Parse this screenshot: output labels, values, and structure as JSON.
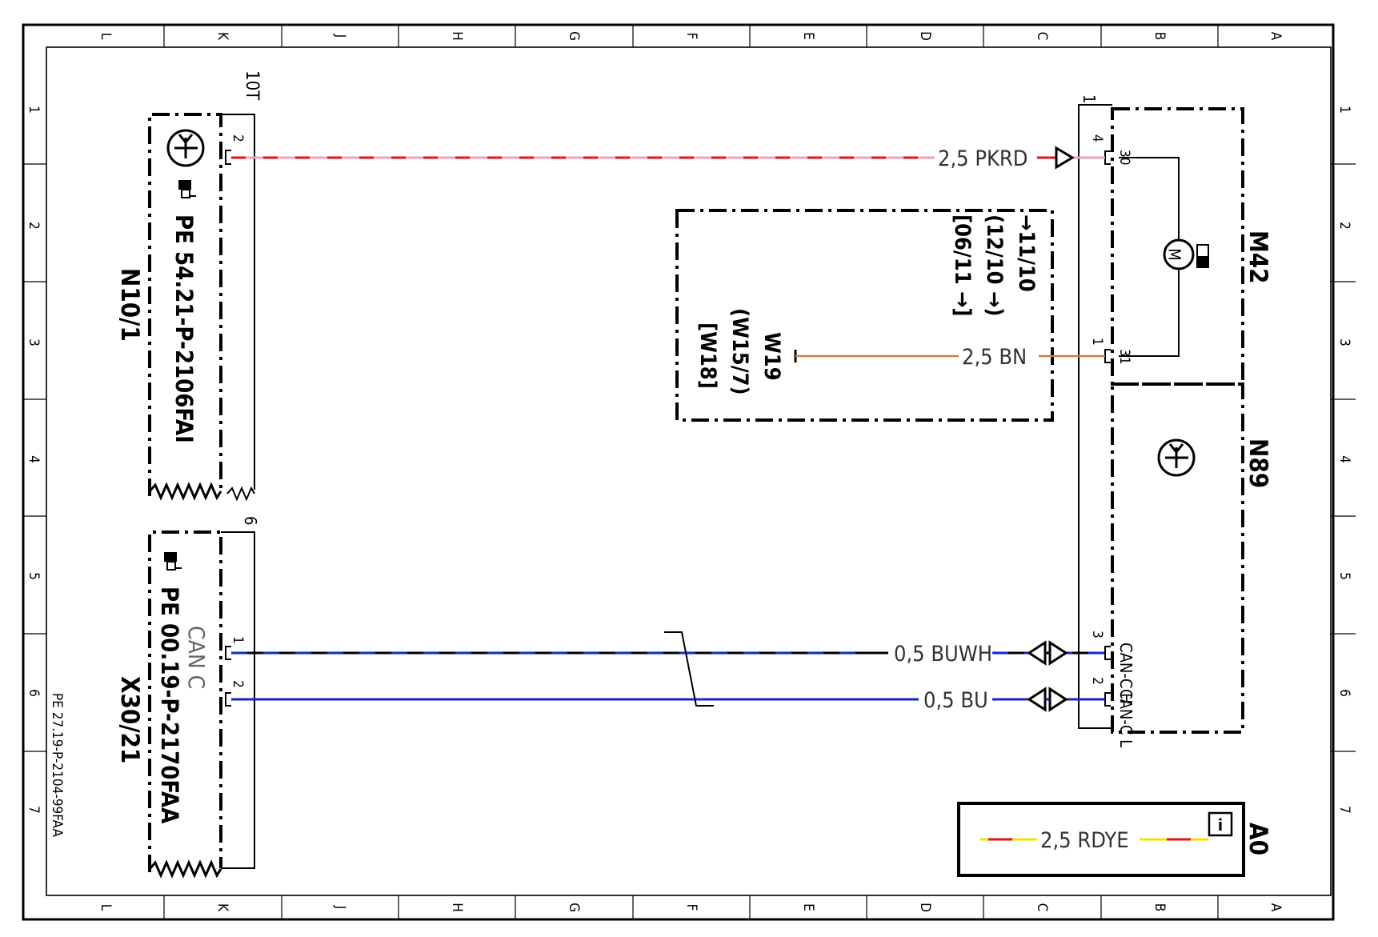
{
  "frame": {
    "columns": [
      "L",
      "K",
      "J",
      "H",
      "G",
      "F",
      "E",
      "D",
      "C",
      "B",
      "A"
    ],
    "rows": [
      "1",
      "2",
      "3",
      "4",
      "5",
      "6",
      "7"
    ]
  },
  "doc_id": "PE 27.19-P-2104-99FAA",
  "components": {
    "n10_1": {
      "name": "N10/1",
      "ref": "PE 54.21-P-2106FAI",
      "connector": "10T",
      "pin": "2"
    },
    "x30_21": {
      "name": "X30/21",
      "ref": "PE 00.19-P-2170FAA",
      "bus": "CAN C",
      "connector": "6",
      "pin_h": "1",
      "pin_l": "2"
    },
    "m42": {
      "name": "M42",
      "connector": "1",
      "pin_30_no": "4",
      "pin_30": "30",
      "pin_31_no": "1",
      "pin_31": "31",
      "motor_glyph": "M"
    },
    "n89": {
      "name": "N89",
      "pin_h_no": "3",
      "pin_h": "CAN-C H",
      "pin_l_no": "2",
      "pin_l": "CAN-C L"
    },
    "ground": {
      "name": "W19",
      "alt1": "(W15/7)",
      "alt2": "[W18]",
      "date1": "→11/10",
      "date2": "(12/10 →)",
      "date3": "[06/11 →]"
    }
  },
  "wires": {
    "pkrd": "2,5 PKRD",
    "bn": "2,5 BN",
    "buwh": "0,5 BUWH",
    "bu": "0,5 BU"
  },
  "legend": {
    "name": "A0",
    "wire": "2,5 RDYE",
    "info_icon": "info-icon"
  },
  "colors": {
    "pink": "#f3a0b8",
    "red": "#e0141e",
    "brown": "#c4814a",
    "blue": "#1426c8",
    "yellow": "#f2e400",
    "black": "#000000"
  }
}
